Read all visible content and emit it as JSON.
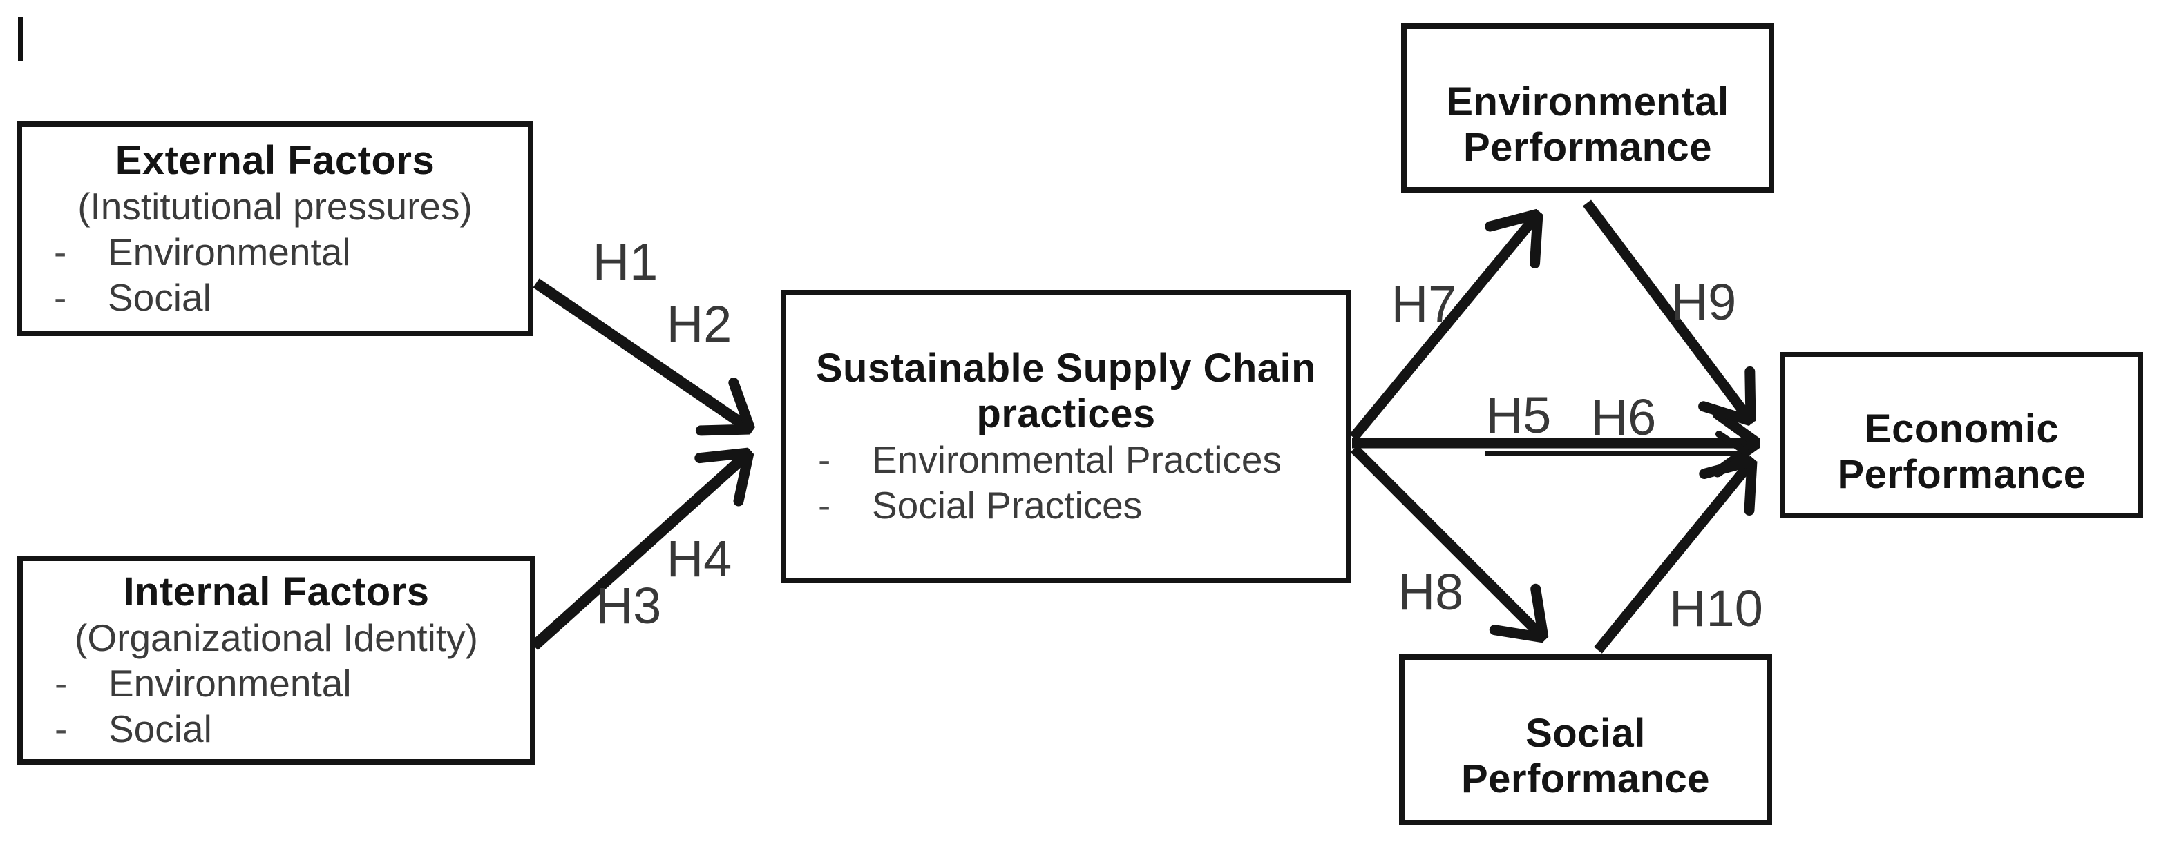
{
  "diagram": {
    "background": "#ffffff",
    "line_color": "#141414",
    "label_color": "#383838",
    "boxes": {
      "external_factors": {
        "title": "External Factors",
        "subtitle": "(Institutional pressures)",
        "items": [
          "Environmental",
          "Social"
        ],
        "bullet": "-"
      },
      "internal_factors": {
        "title": "Internal Factors",
        "subtitle": "(Organizational Identity)",
        "items": [
          "Environmental",
          "Social"
        ],
        "bullet": "-"
      },
      "sustainable_supply_chain": {
        "title_line1": "Sustainable Supply Chain",
        "title_line2": "practices",
        "items": [
          "Environmental Practices",
          "Social Practices"
        ],
        "bullet": "-"
      },
      "environmental_performance": {
        "title_line1": "Environmental",
        "title_line2": "Performance"
      },
      "social_performance": {
        "title_line1": "Social",
        "title_line2": "Performance"
      },
      "economic_performance": {
        "title_line1": "Economic",
        "title_line2": "Performance"
      }
    },
    "hypothesis_labels": {
      "h1": "H1",
      "h2": "H2",
      "h3": "H3",
      "h4": "H4",
      "h5": "H5",
      "h6": "H6",
      "h7": "H7",
      "h8": "H8",
      "h9": "H9",
      "h10": "H10"
    }
  }
}
